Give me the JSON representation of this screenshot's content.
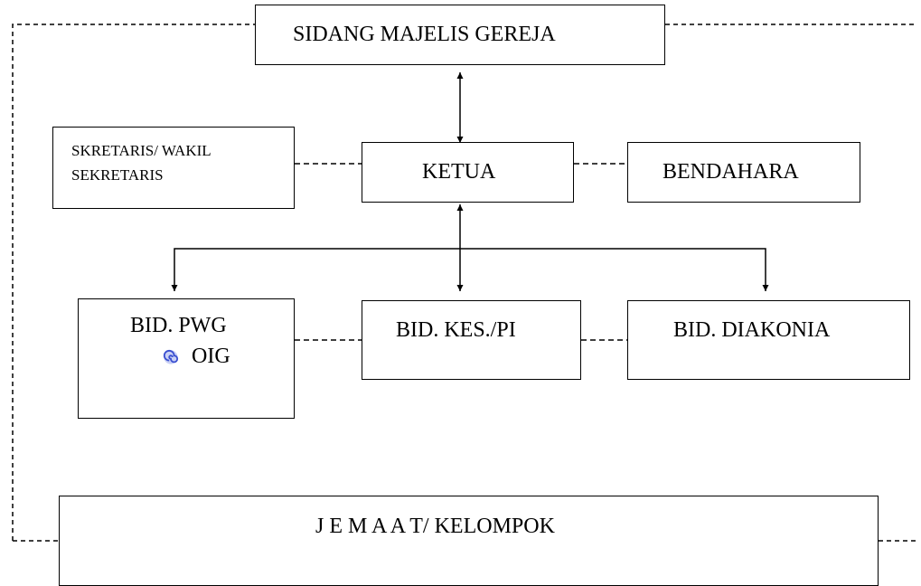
{
  "diagram": {
    "top": "SIDANG MAJELIS GEREJA",
    "sekretaris_line1": "SKRETARIS/ WAKIL",
    "sekretaris_line2": "SEKRETARIS",
    "ketua": "KETUA",
    "bendahara": "BENDAHARA",
    "pwg": "BID. PWG",
    "oig": "OIG",
    "kes": "BID. KES./PI",
    "diakonia": "BID. DIAKONIA",
    "jemaat": "J E M A A T/ KELOMPOK"
  },
  "icons": {
    "oig_bullet": "spiral-bullet-icon",
    "oig_bullet_color": "#3a4fd0"
  }
}
